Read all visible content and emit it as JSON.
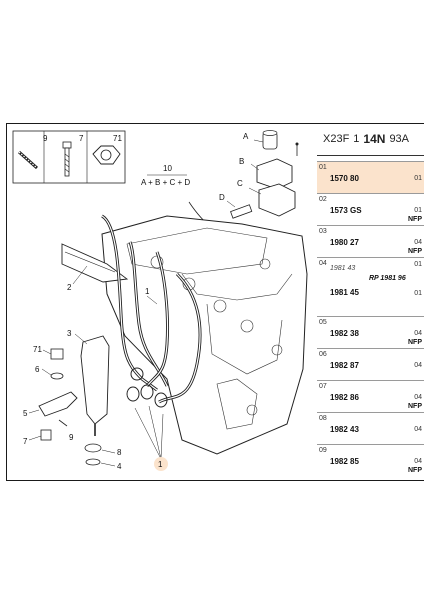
{
  "header": {
    "code1": "X23F",
    "code2": "1",
    "code3": "14N",
    "code4": "93A"
  },
  "kit": {
    "box_labels": [
      "9",
      "7",
      "71"
    ],
    "formula_number": "10",
    "formula": "A + B + C + D"
  },
  "callouts": {
    "A": "A",
    "B": "B",
    "C": "C",
    "D": "D",
    "n1": "1",
    "n2": "2",
    "n3": "3",
    "n4": "4",
    "n5": "5",
    "n6": "6",
    "n7": "7",
    "n8": "8",
    "n9": "9",
    "n71": "71"
  },
  "parts": [
    {
      "idx": "01",
      "ref": "1570 80",
      "qty": "01",
      "note": ""
    },
    {
      "idx": "02",
      "ref": "1573 GS",
      "qty": "01",
      "note": "NFP"
    },
    {
      "idx": "03",
      "ref": "1980 27",
      "qty": "04",
      "note": "NFP"
    },
    {
      "idx": "04",
      "old": "1981 43",
      "replacement": "RP 1981 96",
      "qty_old": "01",
      "ref": "1981 45",
      "qty": "01"
    },
    {
      "idx": "05",
      "ref": "1982 38",
      "qty": "04",
      "note": "NFP"
    },
    {
      "idx": "06",
      "ref": "1982 87",
      "qty": "04",
      "note": ""
    },
    {
      "idx": "07",
      "ref": "1982 86",
      "qty": "04",
      "note": "NFP"
    },
    {
      "idx": "08",
      "ref": "1982 43",
      "qty": "04",
      "note": ""
    },
    {
      "idx": "09",
      "ref": "1982 85",
      "qty": "04",
      "note": "NFP"
    }
  ]
}
